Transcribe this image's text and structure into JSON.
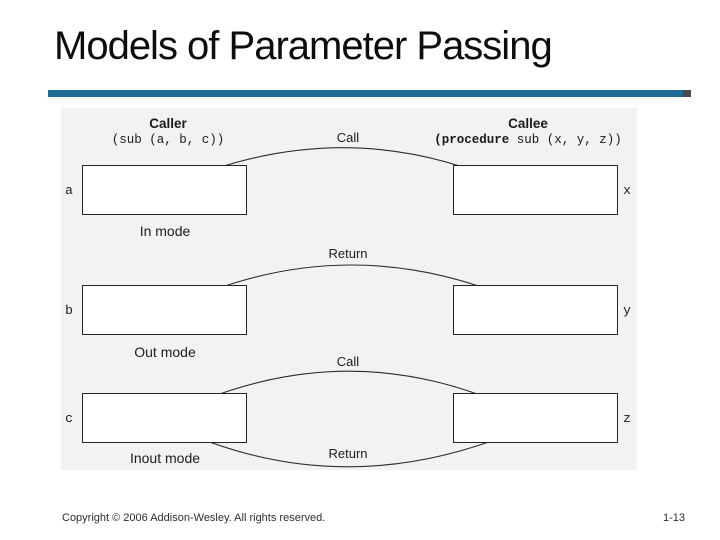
{
  "title": "Models of Parameter Passing",
  "figure": {
    "caller": {
      "header": "Caller",
      "code": "(sub (a, b, c))"
    },
    "callee": {
      "header": "Callee",
      "code_bold": "(procedure",
      "code_rest": " sub (x, y, z))"
    },
    "rows": [
      {
        "arrow_label": "Call",
        "left_var": "a",
        "right_var": "x",
        "mode": "In mode"
      },
      {
        "arrow_label": "Return",
        "left_var": "b",
        "right_var": "y",
        "mode": "Out mode"
      },
      {
        "top_arrow_label": "Call",
        "bottom_arrow_label": "Return",
        "left_var": "c",
        "right_var": "z",
        "mode": "Inout mode"
      }
    ]
  },
  "footer": {
    "copyright": "Copyright © 2006 Addison-Wesley. All rights reserved.",
    "page_number": "1-13"
  },
  "colors": {
    "accent_rule": "#1e6b96",
    "rule_cap": "#4a4a4a",
    "figure_background": "#f2f2f2",
    "diagram_ink": "#1a1a1a"
  }
}
